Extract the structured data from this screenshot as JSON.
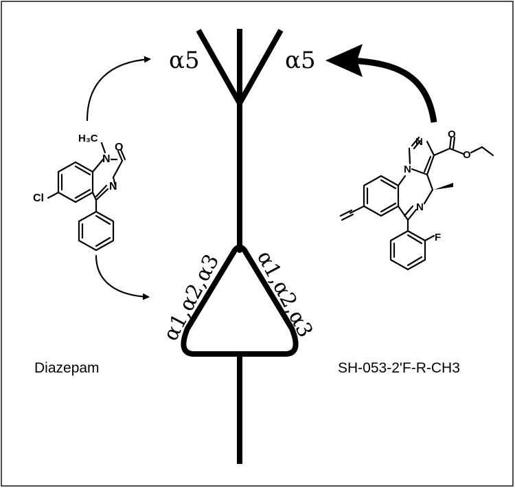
{
  "labels": {
    "alpha5_left": "α5",
    "alpha5_right": "α5",
    "alpha123_left": "α1,α2,α3",
    "alpha123_right": "α1,α2,α3",
    "drug_left": "Diazepam",
    "drug_right": "SH-053-2'F-R-CH3"
  },
  "atoms": {
    "diazepam": {
      "methyl": "H₃C",
      "n1": "N",
      "o": "O",
      "n4": "N",
      "cl": "Cl"
    },
    "sh053": {
      "n_imid_top": "N",
      "n_imid_ring": "N",
      "o_carbonyl": "O",
      "o_ester": "O",
      "n_ring": "N",
      "f": "F"
    }
  },
  "colors": {
    "ink": "#000000",
    "background": "#ffffff",
    "frame": "#222222"
  }
}
